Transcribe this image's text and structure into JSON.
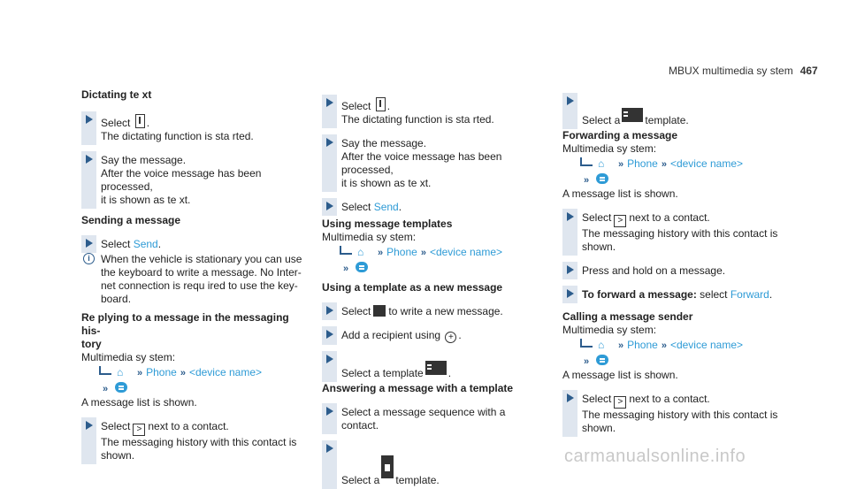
{
  "header": {
    "title": "MBUX multimedia sy stem",
    "page": "467"
  },
  "col1": {
    "dictating_heading": "Dictating te xt",
    "s1_pre": "Select",
    "s1_post": ".",
    "s1_line2": "The dictating function is sta rted.",
    "s2_line1": "Say the message.",
    "s2_line2": "After the voice message has been processed,",
    "s2_line3": "it is shown as te xt.",
    "sending_heading": "Sending a message",
    "s3_pre": "Select ",
    "s3_link": "Send",
    "s3_post": ".",
    "note_line1": "When the vehicle is stationary you can use",
    "note_line2": "the keyboard to write a message. No Inter-",
    "note_line3": "net connection is requ ired to use the key-",
    "note_line4": "board.",
    "replying_heading1": "Re plying to a message in the messaging his-",
    "replying_heading2": "tory",
    "ms_label": "Multimedia sy stem:",
    "path_phone": "Phone",
    "path_device": "<device name>",
    "list_shown": "A message list is shown.",
    "s4_pre": "Select",
    "s4_post": "next to a contact.",
    "s4_line2": "The messaging history with this contact is",
    "s4_line3": "shown."
  },
  "col2": {
    "s1_pre": "Select",
    "s1_post": ".",
    "s1_line2": "The dictating function is sta rted.",
    "s2_line1": "Say the message.",
    "s2_line2": "After the voice message has been processed,",
    "s2_line3": "it is shown as te xt.",
    "s3_pre": "Select ",
    "s3_link": "Send",
    "s3_post": ".",
    "templates_heading": "Using message templates",
    "ms_label": "Multimedia sy stem:",
    "path_phone": "Phone",
    "path_device": "<device name>",
    "using_heading": "Using a template as a new message",
    "s4_pre": "Select",
    "s4_post": "to write a new message.",
    "s5_pre": "Add a recipient using",
    "s5_post": ".",
    "s6_pre": "Select a template",
    "s6_post": ".",
    "answering_heading": "Answering a message with a template",
    "s7": "Select a message sequence with a contact.",
    "s8_pre": "Select a",
    "s8_post": "template."
  },
  "col3": {
    "s1_pre": "Select a",
    "s1_post": "template.",
    "forwarding_heading": "Forwarding a message",
    "ms_label": "Multimedia sy stem:",
    "path_phone": "Phone",
    "path_device": "<device name>",
    "list_shown": "A message list is shown.",
    "s2_pre": "Select",
    "s2_post": "next to a contact.",
    "s2_line2": "The messaging history with this contact is",
    "s2_line3": "shown.",
    "s3": "Press and hold on a message.",
    "s4_bold": "To forward a message:",
    "s4_mid": " select ",
    "s4_link": "Forward",
    "s4_post": ".",
    "calling_heading": "Calling a message sender",
    "ms_label2": "Multimedia sy stem:",
    "list_shown2": "A message list is shown.",
    "s5_pre": "Select",
    "s5_post": "next to a contact.",
    "s5_line2": "The messaging history with this contact is",
    "s5_line3": "shown."
  },
  "watermark": "carmanualsonline.info",
  "colors": {
    "link": "#2e9bd6",
    "step_bar": "#dfe6ef",
    "arrow": "#2c5c8c"
  }
}
